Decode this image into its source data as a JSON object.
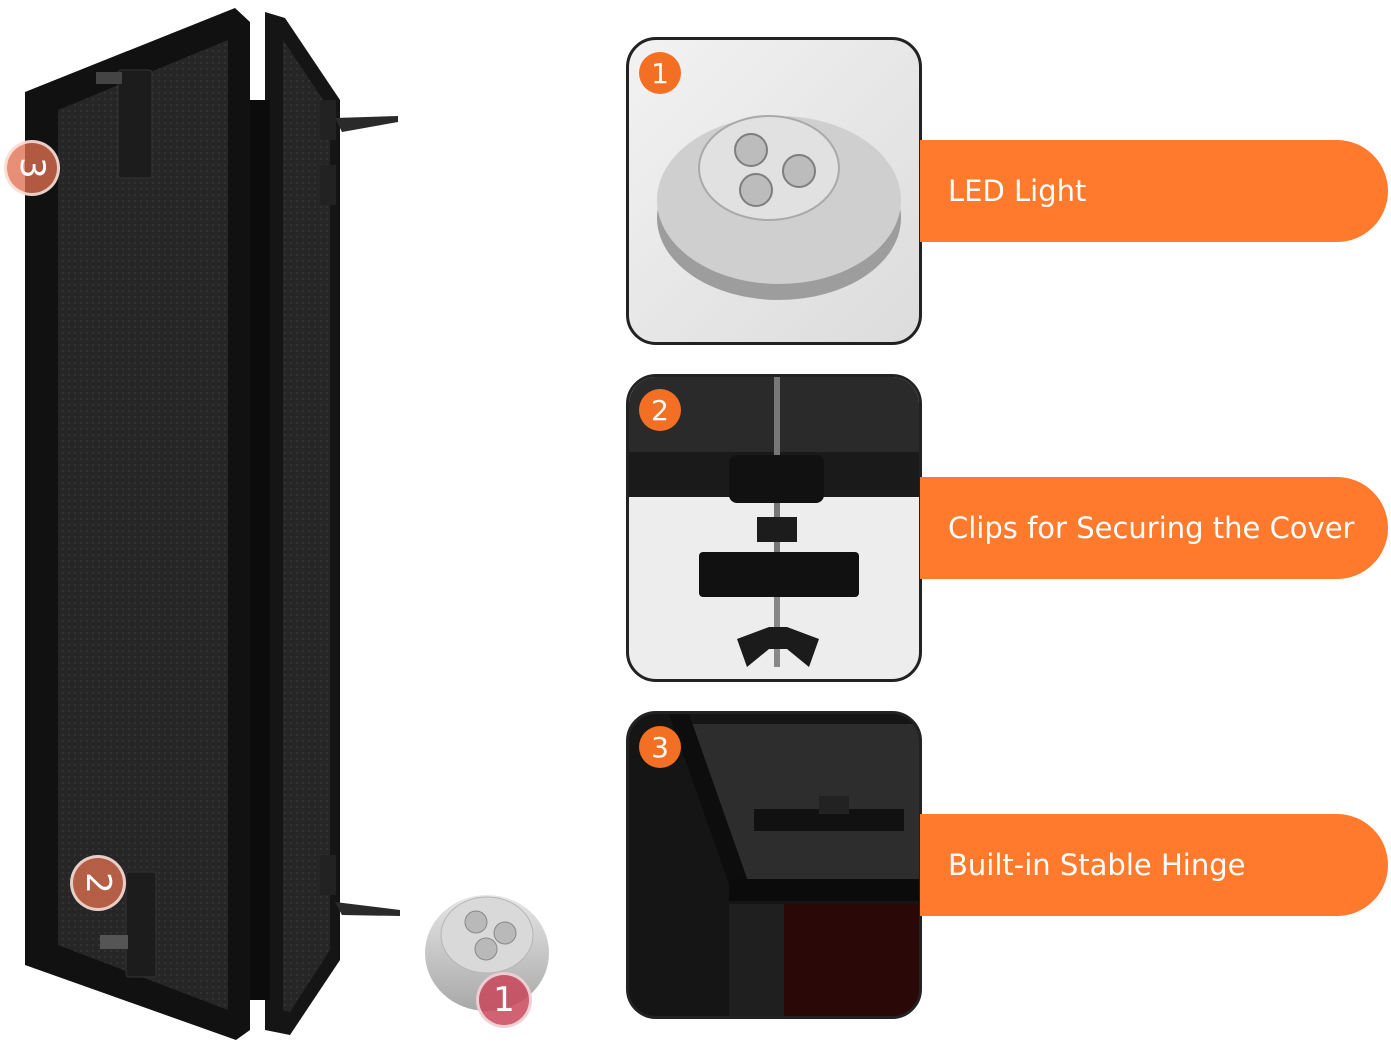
{
  "markers": {
    "left_top": "3",
    "left_bottom": "2",
    "light": "1"
  },
  "features": [
    {
      "number": "1",
      "label": "LED Light",
      "icon": "led-light"
    },
    {
      "number": "2",
      "label": "Clips for Securing the Cover",
      "icon": "clip"
    },
    {
      "number": "3",
      "label": "Built-in Stable Hinge",
      "icon": "hinge"
    }
  ],
  "colors": {
    "accent": "#ff7a2c",
    "badge": "#f36f24",
    "frame": "#111111"
  }
}
